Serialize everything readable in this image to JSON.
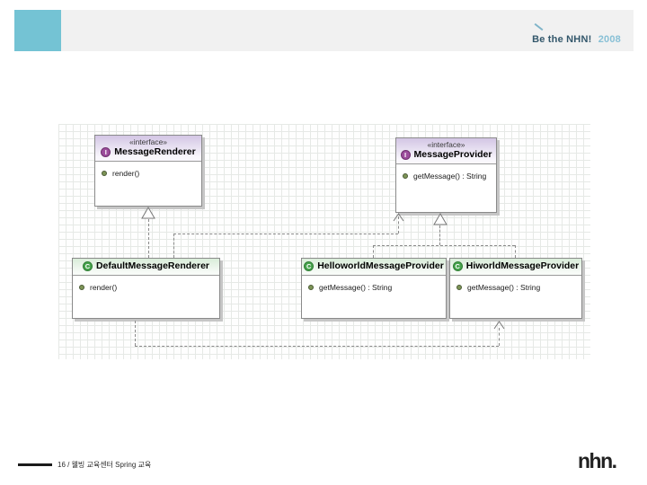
{
  "header": {
    "brand_text": "Be the NHN!",
    "brand_year": "2008",
    "accent_color": "#74c3d4",
    "band_color": "#f1f1f1"
  },
  "diagram": {
    "interfaces": [
      {
        "stereotype": "«interface»",
        "name": "MessageRenderer",
        "icon_letter": "I",
        "methods": [
          "render()"
        ]
      },
      {
        "stereotype": "«interface»",
        "name": "MessageProvider",
        "icon_letter": "I",
        "methods": [
          "getMessage() : String"
        ]
      }
    ],
    "classes": [
      {
        "name": "DefaultMessageRenderer",
        "icon_letter": "C",
        "methods": [
          "render()"
        ]
      },
      {
        "name": "HelloworldMessageProvider",
        "icon_letter": "C",
        "methods": [
          "getMessage() : String"
        ]
      },
      {
        "name": "HiworldMessageProvider",
        "icon_letter": "C",
        "methods": [
          "getMessage() : String"
        ]
      }
    ],
    "relations": [
      {
        "type": "realization",
        "from": "DefaultMessageRenderer",
        "to": "MessageRenderer"
      },
      {
        "type": "realization",
        "from": "HelloworldMessageProvider",
        "to": "MessageProvider"
      },
      {
        "type": "realization",
        "from": "HiworldMessageProvider",
        "to": "MessageProvider"
      },
      {
        "type": "dependency",
        "from": "DefaultMessageRenderer",
        "to": "MessageProvider"
      },
      {
        "type": "dependency",
        "from": "DefaultMessageRenderer",
        "to": "HiworldMessageProvider"
      }
    ],
    "colors": {
      "interface_icon": "#9c4d9c",
      "class_icon": "#47a34d",
      "connector": "#8a8a8a"
    }
  },
  "footer": {
    "page_info": "16 / 웰빙 교육센터 Spring 교육",
    "logo": "nhn."
  }
}
